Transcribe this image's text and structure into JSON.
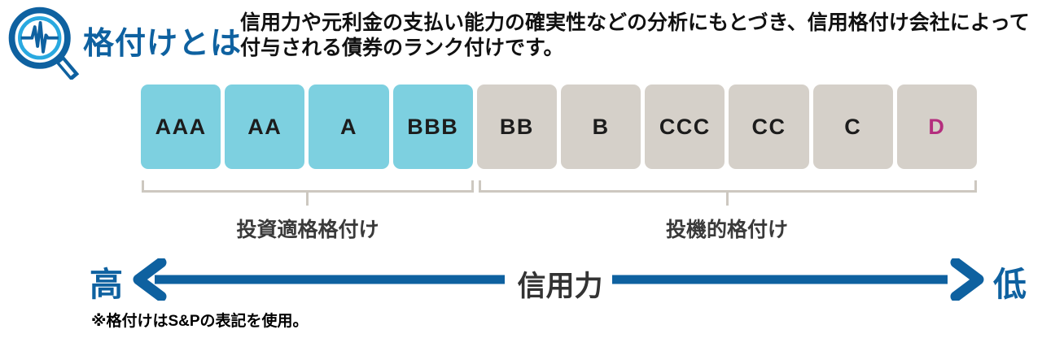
{
  "header": {
    "title": "格付けとは",
    "description_line1": "信用力や元利金の支払い能力の確実性などの分析にもとづき、信用格付け会社によって",
    "description_line2": "付与される債券のランク付けです。"
  },
  "ratings": {
    "items": [
      {
        "label": "AAA",
        "grade": "investment"
      },
      {
        "label": "AA",
        "grade": "investment"
      },
      {
        "label": "A",
        "grade": "investment"
      },
      {
        "label": "BBB",
        "grade": "investment"
      },
      {
        "label": "BB",
        "grade": "speculative"
      },
      {
        "label": "B",
        "grade": "speculative"
      },
      {
        "label": "CCC",
        "grade": "speculative"
      },
      {
        "label": "CC",
        "grade": "speculative"
      },
      {
        "label": "C",
        "grade": "speculative"
      },
      {
        "label": "D",
        "grade": "speculative-default"
      }
    ],
    "investment_group_label": "投資適格格付け",
    "speculative_group_label": "投機的格付け"
  },
  "axis": {
    "left_label": "高",
    "center_label": "信用力",
    "right_label": "低"
  },
  "footnote": "※格付けはS&Pの表記を使用。",
  "colors": {
    "accent_blue": "#0e61a0",
    "icon_light_blue": "#29a9e0",
    "investment_box": "#7dd0e0",
    "speculative_box": "#d5d0c9",
    "bracket_gray": "#cdc8c0",
    "default_d_text": "#b42e7e"
  }
}
